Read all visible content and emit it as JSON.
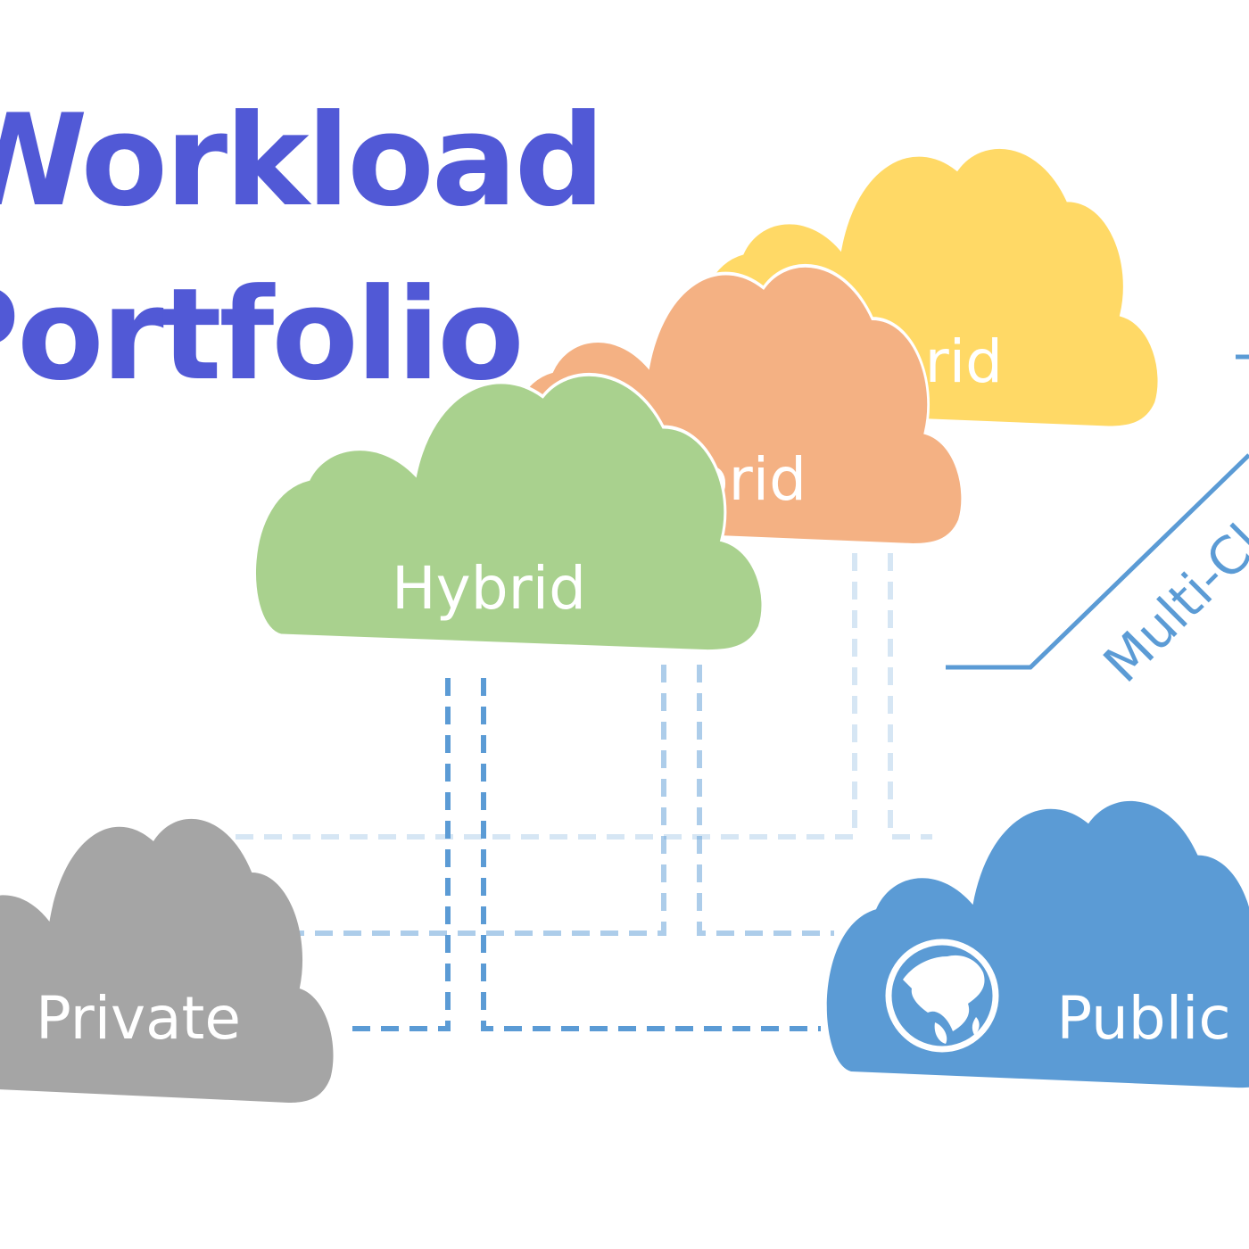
{
  "title": {
    "line1": "Workload",
    "line2": "Portfolio",
    "color": "#5159d6"
  },
  "clouds": {
    "hybrid_back": {
      "label": "Hybrid",
      "color": "#ffd966"
    },
    "hybrid_middle": {
      "label": "Hybrid",
      "color": "#f4b183"
    },
    "hybrid_front": {
      "label": "Hybrid",
      "color": "#a9d18e"
    },
    "private": {
      "label": "Private",
      "color": "#a5a5a5"
    },
    "public": {
      "label": "Public",
      "color": "#5b9bd5"
    }
  },
  "multi_cloud": {
    "label": "Multi-Cloud",
    "color": "#5b9bd5"
  },
  "icons": {
    "public_globe": "globe-icon"
  },
  "colors": {
    "connector": "#5b9bd5",
    "label_text": "#ffffff"
  }
}
